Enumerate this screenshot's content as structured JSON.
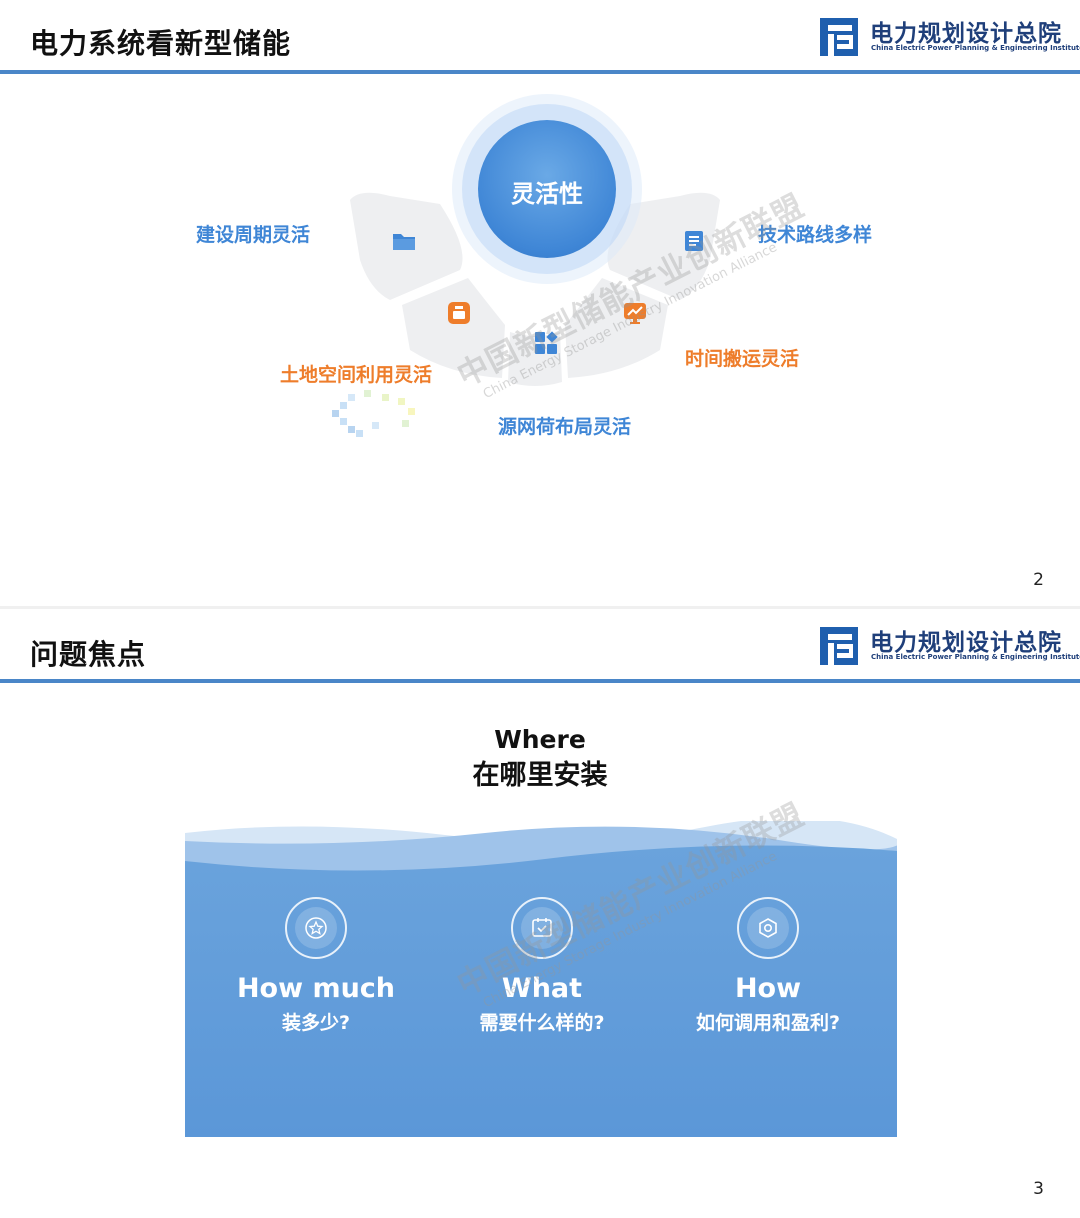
{
  "org": {
    "name_cn": "电力规划设计总院",
    "name_en": "China Electric Power Planning & Engineering Institute"
  },
  "watermark": {
    "cn": "中国新型储能产业创新联盟",
    "en": "China Energy Storage Industry Innovation Alliance"
  },
  "slide1": {
    "title": "电力系统看新型储能",
    "center": "灵活性",
    "items": {
      "construction": "建设周期灵活",
      "technology": "技术路线多样",
      "land": "土地空间利用灵活",
      "time_shift": "时间搬运灵活",
      "source_grid": "源网荷布局灵活"
    },
    "icons": [
      "folder-icon",
      "document-icon",
      "bag-icon",
      "chart-monitor-icon",
      "grid-icon"
    ],
    "page": "2"
  },
  "slide2": {
    "title": "问题焦点",
    "where_en": "Where",
    "where_cn": "在哪里安装",
    "items": [
      {
        "en": "How much",
        "cn": "装多少?",
        "icon": "star-icon"
      },
      {
        "en": "What",
        "cn": "需要什么样的?",
        "icon": "calendar-check-icon"
      },
      {
        "en": "How",
        "cn": "如何调用和盈利?",
        "icon": "hexagon-icon"
      }
    ],
    "page": "3"
  },
  "colors": {
    "accent_blue": "#3f86d6",
    "accent_orange": "#ee7d2b",
    "rule_blue": "#4a86c8",
    "logo_navy": "#1f3f7a"
  }
}
